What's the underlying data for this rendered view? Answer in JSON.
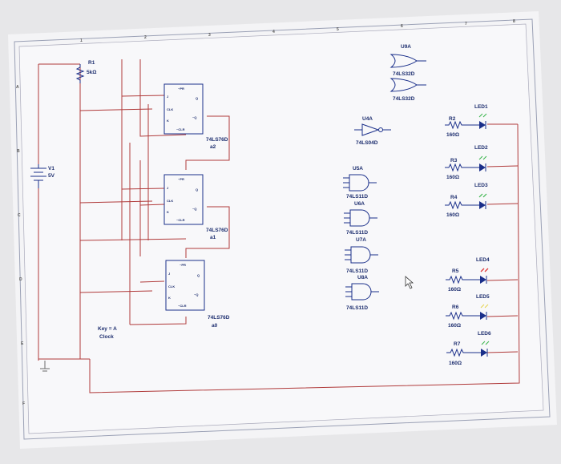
{
  "schematic": {
    "battery": {
      "name": "V1",
      "value": "5V"
    },
    "resistor_r1": {
      "name": "R1",
      "value": "5kΩ"
    },
    "flipflops": [
      {
        "part": "74LS76D",
        "ref": "a2"
      },
      {
        "part": "74LS76D",
        "ref": "a1"
      },
      {
        "part": "74LS76D",
        "ref": "a0"
      }
    ],
    "gates": {
      "u9a": {
        "name": "U9A",
        "part": "74LS32D"
      },
      "u9b_part": "74LS32D",
      "u4a": {
        "name": "U4A",
        "part": "74LS04D"
      },
      "u5a": {
        "name": "U5A",
        "part": "74LS11D"
      },
      "u6a": {
        "name": "U6A",
        "part": "74LS11D"
      },
      "u7a": {
        "name": "U7A",
        "part": "74LS11D"
      },
      "u8a": {
        "name": "U8A",
        "part": "74LS11D"
      }
    },
    "leds": [
      {
        "res": "R2",
        "res_value": "160Ω",
        "led": "LED1"
      },
      {
        "res": "R3",
        "res_value": "160Ω",
        "led": "LED2"
      },
      {
        "res": "R4",
        "res_value": "160Ω",
        "led": "LED3"
      },
      {
        "res": "R5",
        "res_value": "160Ω",
        "led": "LED4"
      },
      {
        "res": "R6",
        "res_value": "160Ω",
        "led": "LED5"
      },
      {
        "res": "R7",
        "res_value": "160Ω",
        "led": "LED6"
      }
    ],
    "clock_label": {
      "line1": "Key = A",
      "line2": "Clock"
    },
    "pin_labels": {
      "ff_top": "~PR",
      "j": "J",
      "clk": "CLK",
      "k": "K",
      "ff_bottom": "~CLR",
      "q": "Q",
      "qbar": "~Q"
    },
    "ruler_top": [
      "1",
      "2",
      "3",
      "4",
      "5",
      "6",
      "7",
      "8"
    ],
    "ruler_left": [
      "A",
      "B",
      "C",
      "D",
      "E",
      "F"
    ],
    "colors": {
      "wire": "#b03a3a",
      "component": "#1a2f8a",
      "led_on": "#e03a3a",
      "led_arrow_green": "#39b54a",
      "sheet": "#f6f6f7"
    }
  }
}
